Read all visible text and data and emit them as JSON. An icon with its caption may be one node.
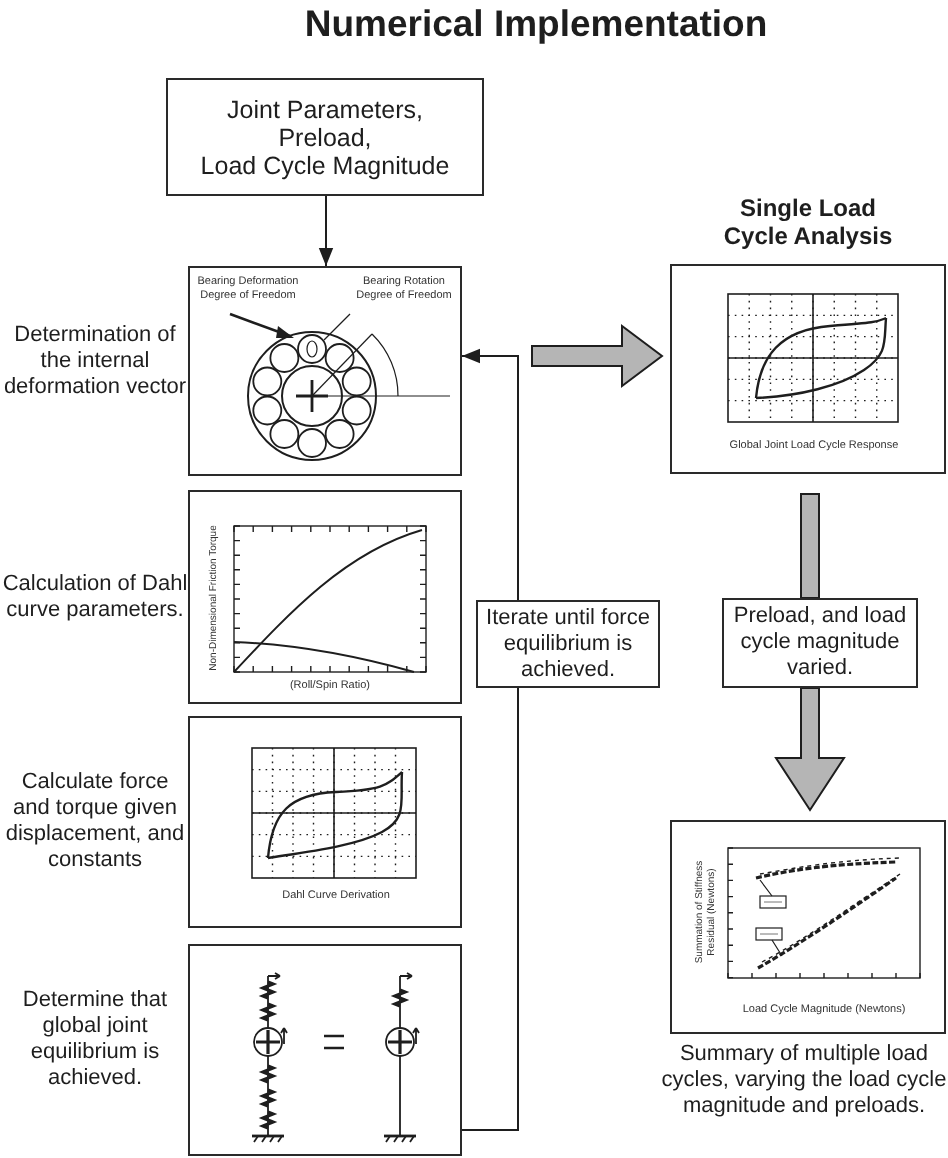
{
  "diagram": {
    "title": "Numerical Implementation",
    "nodes": [
      {
        "text": [
          "Joint Parameters,",
          "Preload,",
          "Load Cycle Magnitude"
        ]
      },
      {
        "text": [
          "Bearing Deformation Degree of Freedom",
          "Bearing Rotation Degree of Freedom"
        ],
        "beside": [
          "Determination of the internal deformation vector"
        ]
      },
      {
        "text": [
          "Non-Dimensional Friction Torque",
          "(Roll/Spin Ratio)"
        ],
        "beside": [
          "Calculation of Dahl curve parameters."
        ]
      },
      {
        "text": [
          "Dahl Curve Derivation"
        ],
        "beside": [
          "Calculate force and torque given displacement, and constants"
        ]
      },
      {
        "text": [],
        "shape": "picture",
        "beside": [
          "Determine that global joint equilibrium is achieved."
        ]
      },
      {
        "text": [
          "Iterate until force equilibrium is achieved."
        ]
      },
      {
        "text": [
          "Single Load Cycle Analysis",
          "Global Joint Load Cycle Response"
        ]
      },
      {
        "text": [
          "Preload, and load cycle magnitude varied."
        ]
      },
      {
        "text": [
          "Summation of Stiffness Residual (Newtons)",
          "Load Cycle Magnitude (Newtons)"
        ],
        "beside": [
          "Summary of multiple load cycles, varying the load cycle magnitude and preloads."
        ]
      }
    ],
    "edges": [
      {
        "from": 0,
        "to": 1,
        "arrow": "to"
      },
      {
        "from": 4,
        "to": 5,
        "arrow": "none"
      },
      {
        "from": 5,
        "to": 1,
        "arrow": "to"
      },
      {
        "from": 1,
        "to": 6,
        "arrow": "to",
        "style": "thick",
        "color": "#b5b5b5"
      },
      {
        "from": 6,
        "to": 7,
        "arrow": "none",
        "style": "thick",
        "color": "#b5b5b5"
      },
      {
        "from": 7,
        "to": 8,
        "arrow": "to",
        "style": "thick",
        "color": "#b5b5b5"
      }
    ]
  }
}
